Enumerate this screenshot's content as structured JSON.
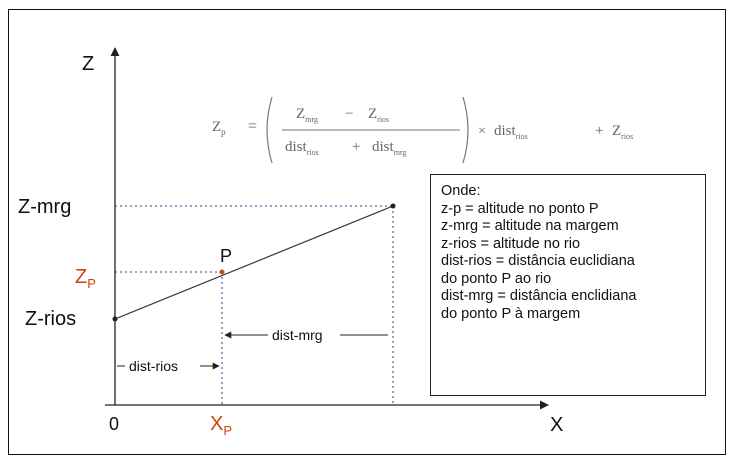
{
  "diagram": {
    "axis_z": "Z",
    "axis_x": "X",
    "origin": "0",
    "z_mrg": "Z-mrg",
    "z_p": "Z",
    "z_p_sub": "P",
    "z_rios": "Z-rios",
    "x_p": "X",
    "x_p_sub": "P",
    "point": "P",
    "dist_mrg": "dist-mrg",
    "dist_rios": "dist-rios"
  },
  "formula": {
    "lhs": "Z",
    "lhs_sub": "p",
    "num_a": "Z",
    "num_a_sub": "mrg",
    "minus": "−",
    "num_b": "Z",
    "num_b_sub": "rios",
    "den_a": "dist",
    "den_a_sub": "rios",
    "plus": "+",
    "den_b": "dist",
    "den_b_sub": "mrg",
    "times": "×",
    "mul": "dist",
    "mul_sub": "rios",
    "add": "Z",
    "add_sub": "rios"
  },
  "legend": {
    "lines": [
      "Onde:",
      "z-p = altitude no ponto P",
      "z-mrg = altitude na margem",
      "z-rios = altitude no rio",
      "dist-rios = distância euclidiana",
      "do ponto P ao rio",
      "dist-mrg = distância enclidiana",
      "do ponto P à margem"
    ]
  },
  "colors": {
    "highlight": "#d04010",
    "dashed": "#3a3a8a"
  }
}
